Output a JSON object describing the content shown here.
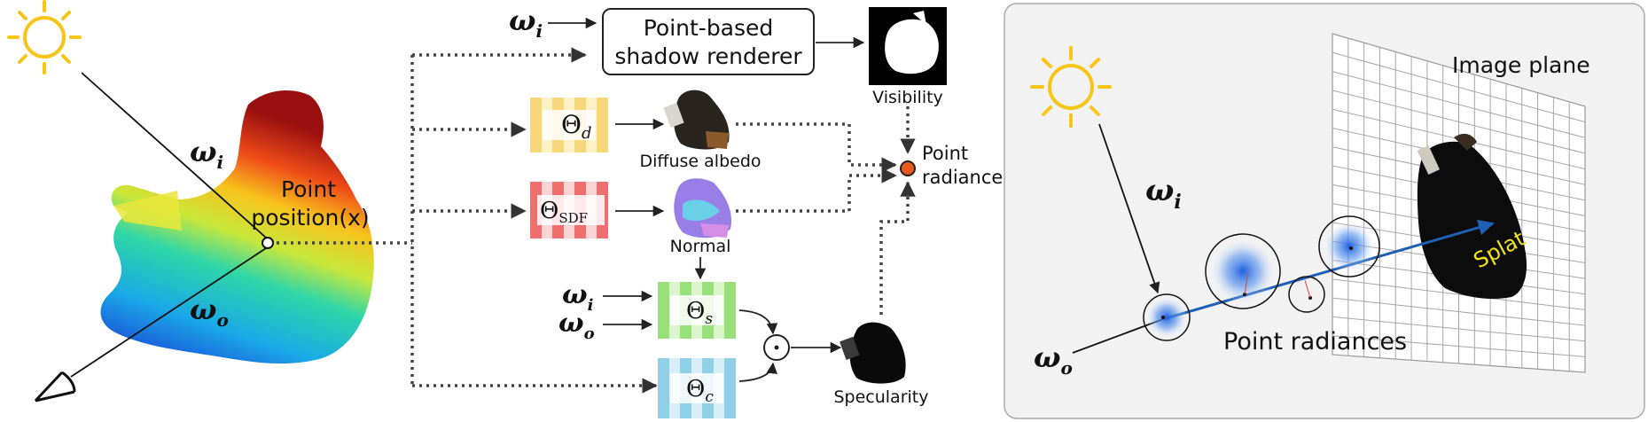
{
  "left_figure": {
    "omega_i": "ω",
    "omega_i_sub": "i",
    "omega_o": "ω",
    "omega_o_sub": "o",
    "point_label_1": "Point",
    "point_label_2": "position(x)"
  },
  "pipeline": {
    "omega_i": "ω",
    "omega_i_sub": "i",
    "omega_o": "ω",
    "omega_o_sub": "o",
    "shadow_renderer_1": "Point-based",
    "shadow_renderer_2": "shadow renderer",
    "visibility": "Visibility",
    "theta_d": "Θ",
    "theta_d_sub": "d",
    "theta_sdf": "Θ",
    "theta_sdf_sub": "SDF",
    "theta_s": "Θ",
    "theta_s_sub": "s",
    "theta_c": "Θ",
    "theta_c_sub": "c",
    "diffuse_albedo": "Diffuse albedo",
    "normal": "Normal",
    "specularity": "Specularity",
    "point_radiance_1": "Point",
    "point_radiance_2": "radiance",
    "multiply": "·"
  },
  "right_panel": {
    "image_plane": "Image plane",
    "point_radiances": "Point radiances",
    "splat": "Splat",
    "omega_i": "ω",
    "omega_i_sub": "i",
    "omega_o": "ω",
    "omega_o_sub": "o"
  },
  "colors": {
    "sun": "#f5c518",
    "theta_d": "#f6d77a",
    "theta_sdf": "#ef6f6f",
    "theta_s": "#97e07a",
    "theta_c": "#8fd0e6",
    "radiance_dot": "#e8571d",
    "panel_bg": "#f2f2f2",
    "splat_text": "#f2e21a",
    "ray": "#1f5fb5"
  }
}
